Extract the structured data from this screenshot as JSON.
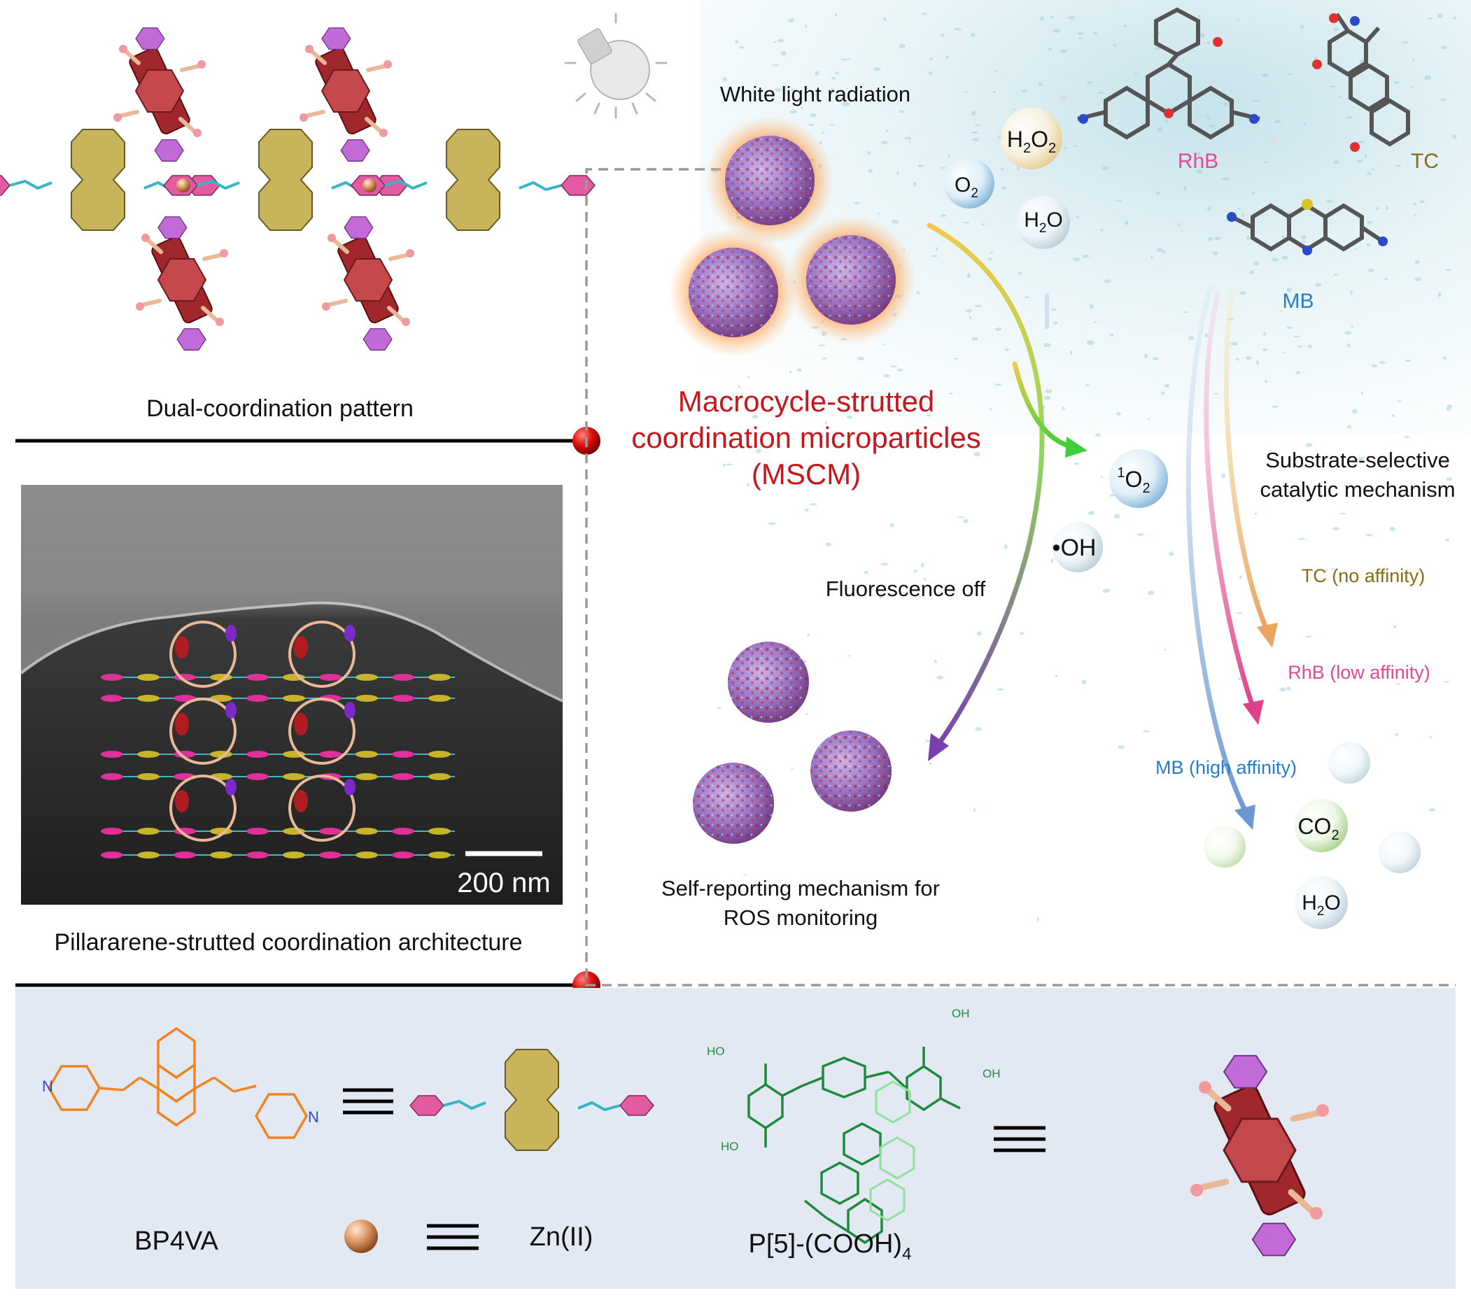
{
  "colors": {
    "title_red": "#c8161d",
    "rhb_pink": "#e8488f",
    "tc_brown": "#8a6a12",
    "mb_blue": "#2a7cc7",
    "bottom_panel": "#e3e9f3",
    "bp4va_orange": "#f0841e",
    "p5_green": "#1f8a3c",
    "dye_pink": "#e25aa0",
    "anthracene_yellow": "#c8b45a",
    "macrocycle_red": "#a0282c",
    "carboxyl_purple": "#b456d6"
  },
  "labels": {
    "dual_coordination": "Dual-coordination pattern",
    "pillararene_architecture": "Pillararene-strutted coordination architecture",
    "scale_bar": "200 nm",
    "white_light": "White light radiation",
    "mscm_line1": "Macrocycle-strutted",
    "mscm_line2": "coordination microparticles",
    "mscm_line3": "(MSCM)",
    "fluorescence_off": "Fluorescence off",
    "self_reporting_line1": "Self-reporting mechanism for",
    "self_reporting_line2": "ROS monitoring",
    "substrate_line1": "Substrate-selective",
    "substrate_line2": "catalytic mechanism",
    "tc_affinity": "TC (no affinity)",
    "rhb_affinity": "RhB (low affinity)",
    "mb_affinity": "MB (high affinity)",
    "rhb": "RhB",
    "tc": "TC",
    "mb": "MB",
    "oh_radical": "•OH",
    "bp4va": "BP4VA",
    "zn": "Zn(II)"
  },
  "formulas": {
    "h2o2": {
      "main": "H",
      "s1": "2",
      "mid": "O",
      "s2": "2"
    },
    "o2": {
      "main": "O",
      "s1": "2"
    },
    "h2o_top": {
      "main": "H",
      "s1": "2",
      "mid": "O"
    },
    "singlet_o2": {
      "sup": "1",
      "main": "O",
      "s1": "2"
    },
    "co2": {
      "main": "CO",
      "s1": "2"
    },
    "h2o_bottom": {
      "main": "H",
      "s1": "2",
      "mid": "O"
    },
    "p5": {
      "main": "P[5]-(COOH)",
      "s1": "4"
    }
  }
}
